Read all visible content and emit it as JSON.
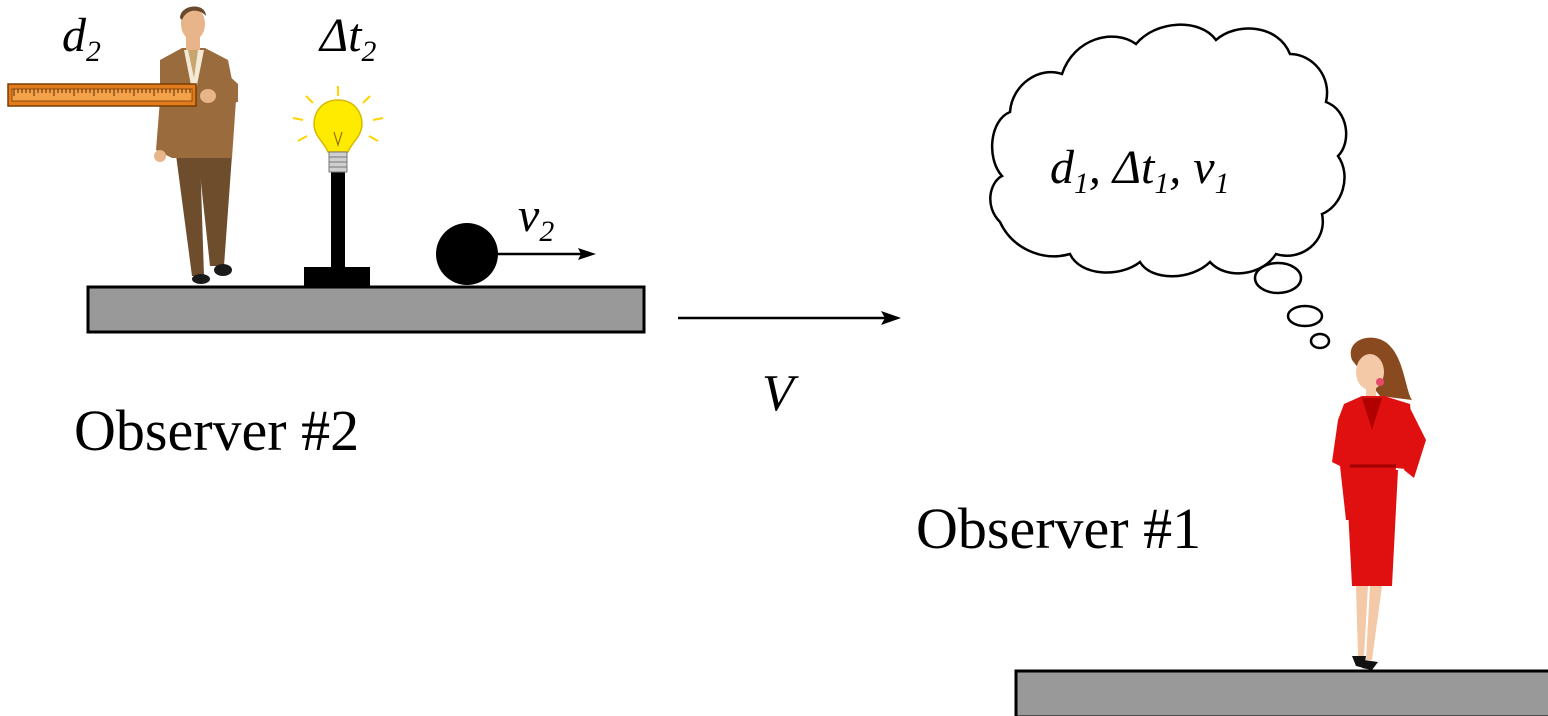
{
  "observer2": {
    "label": "Observer #2",
    "ruler_label": {
      "sym": "d",
      "sub": "2"
    },
    "bulb_label": {
      "sym": "Δt",
      "sub": "2"
    },
    "ball_label": {
      "sym": "v",
      "sub": "2"
    }
  },
  "frame_velocity_label": "V",
  "observer1": {
    "label": "Observer #1",
    "thought": [
      {
        "sym": "d",
        "sub": "1",
        "sep": ", "
      },
      {
        "sym": "Δt",
        "sub": "1",
        "sep": ", "
      },
      {
        "sym": "v",
        "sub": "1",
        "sep": ""
      }
    ]
  },
  "colors": {
    "platform": "#999999",
    "ruler": "#e07b1e",
    "bulb": "#ffeb00",
    "man_suit": "#9a6b3c",
    "woman_dress": "#e01010"
  }
}
